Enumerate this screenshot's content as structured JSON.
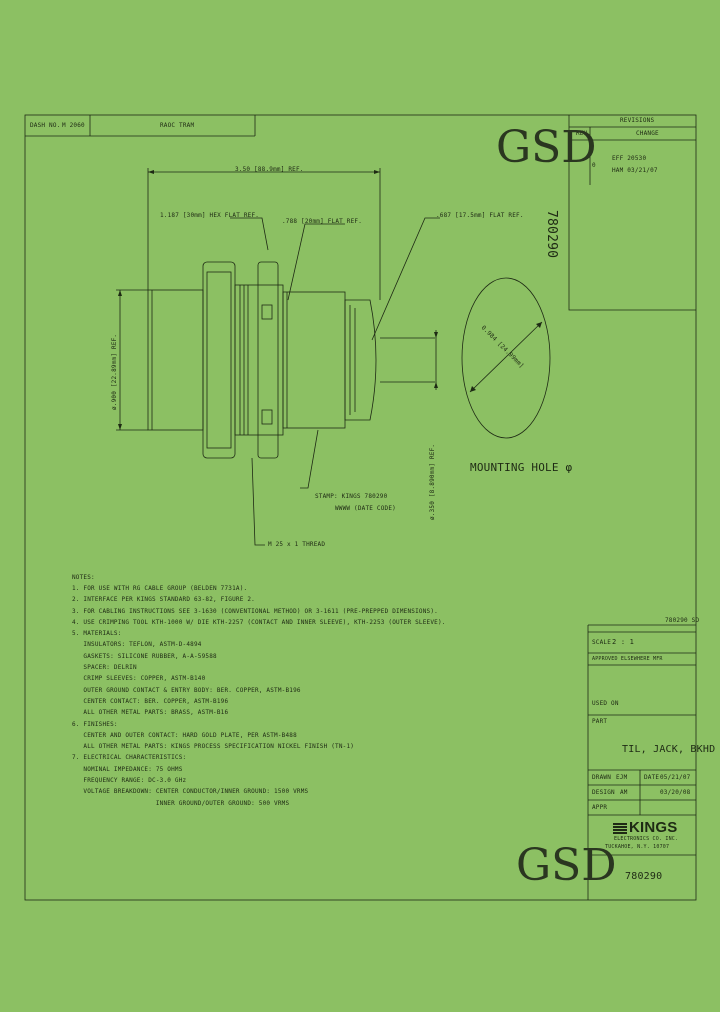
{
  "header": {
    "dash_no_label": "DASH NO.",
    "dash_no_value": "M 2060",
    "part_descr": "RAOC TRAM"
  },
  "revisions": {
    "title": "REVISIONS",
    "col_rev": "REV",
    "col_change": "CHANGE",
    "rev_letter": "0",
    "change_line1": "EFF 20530",
    "change_line2": "HAM 03/21/07"
  },
  "watermark_top": "GSD",
  "watermark_bottom": "GSD",
  "side_part_no": "780290",
  "dimensions": {
    "overall_length": "3.50 [88.9mm] REF.",
    "hex_flat": "1.187 [30mm] HEX FLAT REF.",
    "flat_ref": ".788 [20mm] FLAT REF.",
    "nut_flat": ".687 [17.5mm] FLAT REF.",
    "body_dia": "ø.900 [22.89mm] REF.",
    "pin_dia": "ø.350 [8.890mm] REF.",
    "stamp_line1": "STAMP: KINGS 780290",
    "stamp_line2": "WWWW (DATE CODE)",
    "thread": "M 25 x 1 THREAD",
    "hole_dia": "0.984 [24.99mm]",
    "mounting_hole": "MOUNTING HOLE φ"
  },
  "notes": {
    "title": "NOTES:",
    "lines": [
      "1. FOR USE WITH RG CABLE GROUP (BELDEN 7731A).",
      "2. INTERFACE PER KINGS STANDARD 63-82, FIGURE 2.",
      "3. FOR CABLING INSTRUCTIONS SEE 3-1630 (CONVENTIONAL METHOD) OR 3-1611 (PRE-PREPPED DIMENSIONS).",
      "4. USE CRIMPING TOOL KTH-1000 W/ DIE KTH-2257 (CONTACT AND INNER SLEEVE), KTH-2253 (OUTER SLEEVE).",
      "5. MATERIALS:",
      "   INSULATORS: TEFLON, ASTM-D-4894",
      "   GASKETS: SILICONE RUBBER, A-A-59588",
      "   SPACER: DELRIN",
      "   CRIMP SLEEVES: COPPER, ASTM-B140",
      "   OUTER GROUND CONTACT & ENTRY BODY: BER. COPPER, ASTM-B196",
      "   CENTER CONTACT: BER. COPPER, ASTM-B196",
      "   ALL OTHER METAL PARTS: BRASS, ASTM-B16",
      "6. FINISHES:",
      "   CENTER AND OUTER CONTACT: HARD GOLD PLATE, PER ASTM-B488",
      "   ALL OTHER METAL PARTS: KINGS PROCESS SPECIFICATION NICKEL FINISH (TN-1)",
      "7. ELECTRICAL CHARACTERISTICS:",
      "   NOMINAL IMPEDANCE: 75 OHMS",
      "   FREQUENCY RANGE: DC-3.0 GHz",
      "   VOLTAGE BREAKDOWN: CENTER CONDUCTOR/INNER GROUND: 1500 VRMS",
      "                      INNER GROUND/OUTER GROUND: 500 VRMS"
    ]
  },
  "title_block": {
    "part_ref": "780290 SD",
    "scale_label": "SCALE",
    "scale_value": "2 : 1",
    "approval": "APPROVED ELSEWHERE MFR",
    "used_on_label": "USED ON",
    "part_label": "PART",
    "title": "TIL, JACK, BKHD",
    "drawn_label": "DRAWN",
    "drawn_by": "EJM",
    "drawn_date_label": "DATE",
    "drawn_date": "05/21/07",
    "design_label": "DESIGN",
    "design_by": "AM",
    "design_date": "03/20/08",
    "appr_label": "APPR",
    "company": "KINGS",
    "company_sub": "ELECTRONICS CO. INC.",
    "address": "TUCKAHOE, N.Y. 10707",
    "dwg_no": "780290"
  },
  "colors": {
    "paper": "#8cc063",
    "ink": "#1e2a14"
  }
}
